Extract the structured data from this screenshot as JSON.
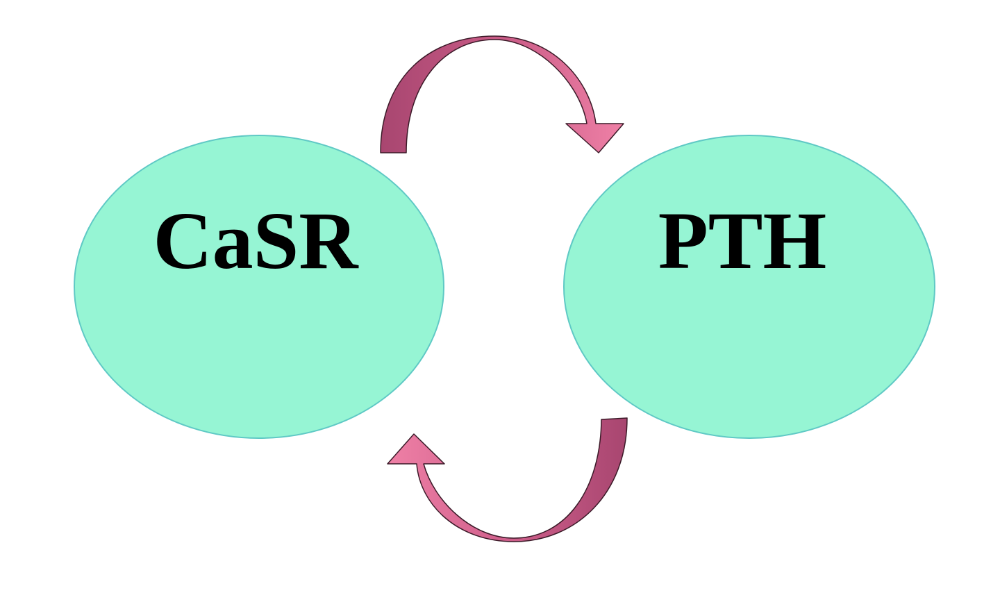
{
  "diagram": {
    "nodes": [
      {
        "id": "casr",
        "label": "CaSR"
      },
      {
        "id": "pth",
        "label": "PTH"
      }
    ],
    "edges": [
      {
        "from": "casr",
        "to": "pth"
      },
      {
        "from": "pth",
        "to": "casr"
      }
    ],
    "colors": {
      "node_fill": "#96f5d4",
      "node_stroke": "#5fc9c5",
      "arrow_light": "#ec7aa0",
      "arrow_dark": "#b84f78",
      "arrow_stroke": "#3b1a28",
      "label": "#000000"
    }
  }
}
